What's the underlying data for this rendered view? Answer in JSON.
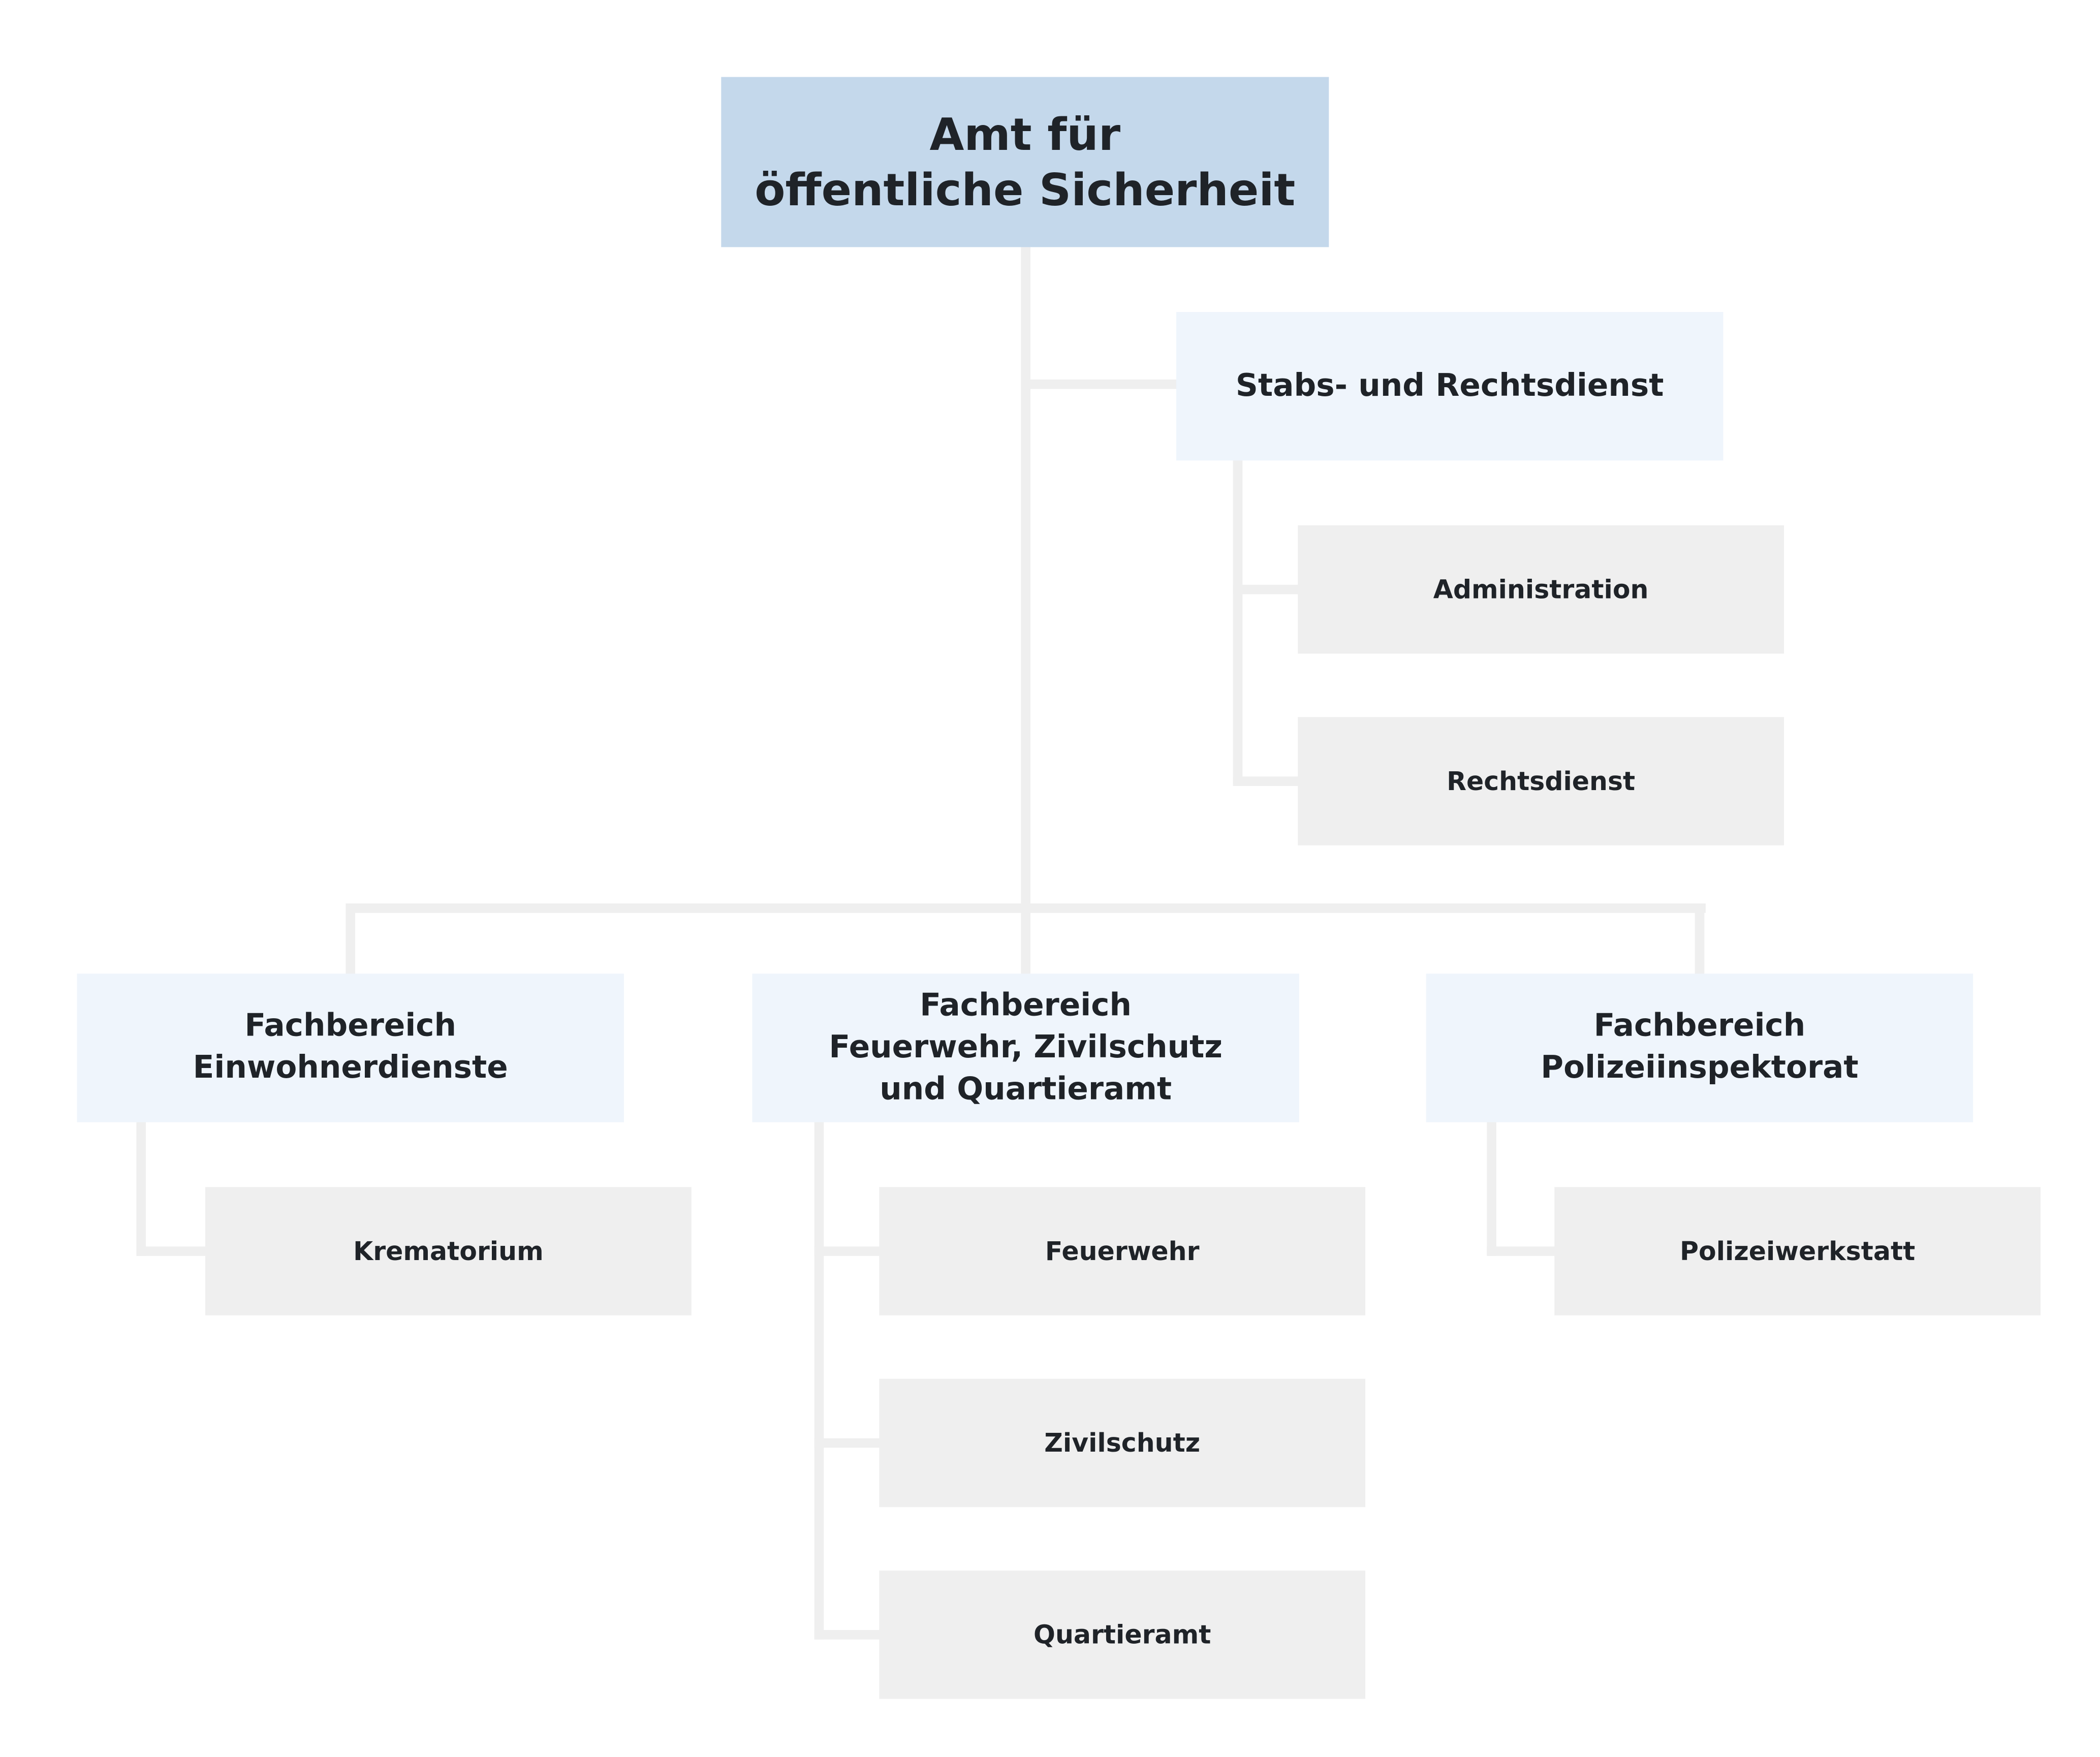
{
  "org_chart": {
    "root": {
      "label": "Amt für\nöffentliche Sicherheit"
    },
    "staff": {
      "label": "Stabs- und Rechtsdienst",
      "units": [
        "Administration",
        "Rechtsdienst"
      ]
    },
    "departments": [
      {
        "label": "Fachbereich\nEinwohnerdienste",
        "units": [
          "Krematorium"
        ]
      },
      {
        "label": "Fachbereich\nFeuerwehr, Zivilschutz\nund Quartieramt",
        "units": [
          "Feuerwehr",
          "Zivilschutz",
          "Quartieramt"
        ]
      },
      {
        "label": "Fachbereich\nPolizeiinspektorat",
        "units": [
          "Polizeiwerkstatt"
        ]
      }
    ]
  }
}
